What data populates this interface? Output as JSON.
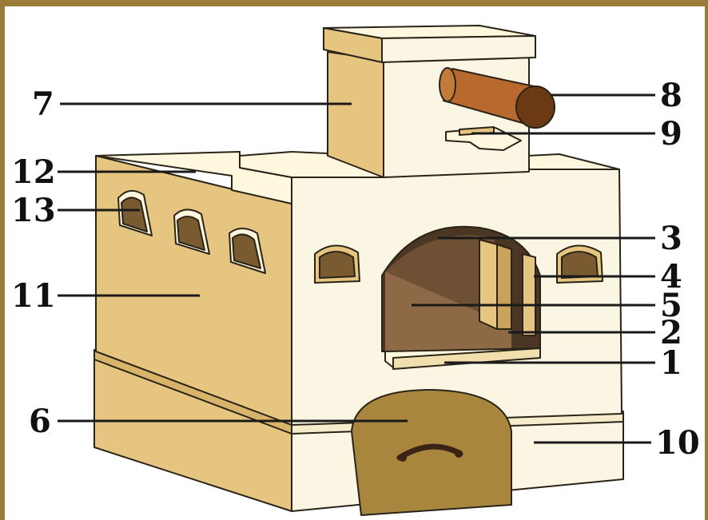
{
  "colors": {
    "frame": "#9b7a3a",
    "background": "#ffffff",
    "wall_light": "#fbf5e4",
    "wall_cream": "#fff8df",
    "wall_tan": "#e6c580",
    "wall_tan_dark": "#c9a35c",
    "pipe": "#b86a2e",
    "pipe_end": "#6b3a14",
    "firebox_dark": "#4a3622",
    "firebox_mid": "#8d6a45",
    "door": "#a8863e",
    "door_handle": "#3b2416",
    "number_text": "#111111"
  },
  "callouts": [
    {
      "id": "c7",
      "text": "7"
    },
    {
      "id": "c8",
      "text": "8"
    },
    {
      "id": "c9",
      "text": "9"
    },
    {
      "id": "c12",
      "text": "12"
    },
    {
      "id": "c13",
      "text": "13"
    },
    {
      "id": "c3",
      "text": "3"
    },
    {
      "id": "c4",
      "text": "4"
    },
    {
      "id": "c11",
      "text": "11"
    },
    {
      "id": "c5",
      "text": "5"
    },
    {
      "id": "c2",
      "text": "2"
    },
    {
      "id": "c1",
      "text": "1"
    },
    {
      "id": "c6",
      "text": "6"
    },
    {
      "id": "c10",
      "text": "10"
    }
  ]
}
